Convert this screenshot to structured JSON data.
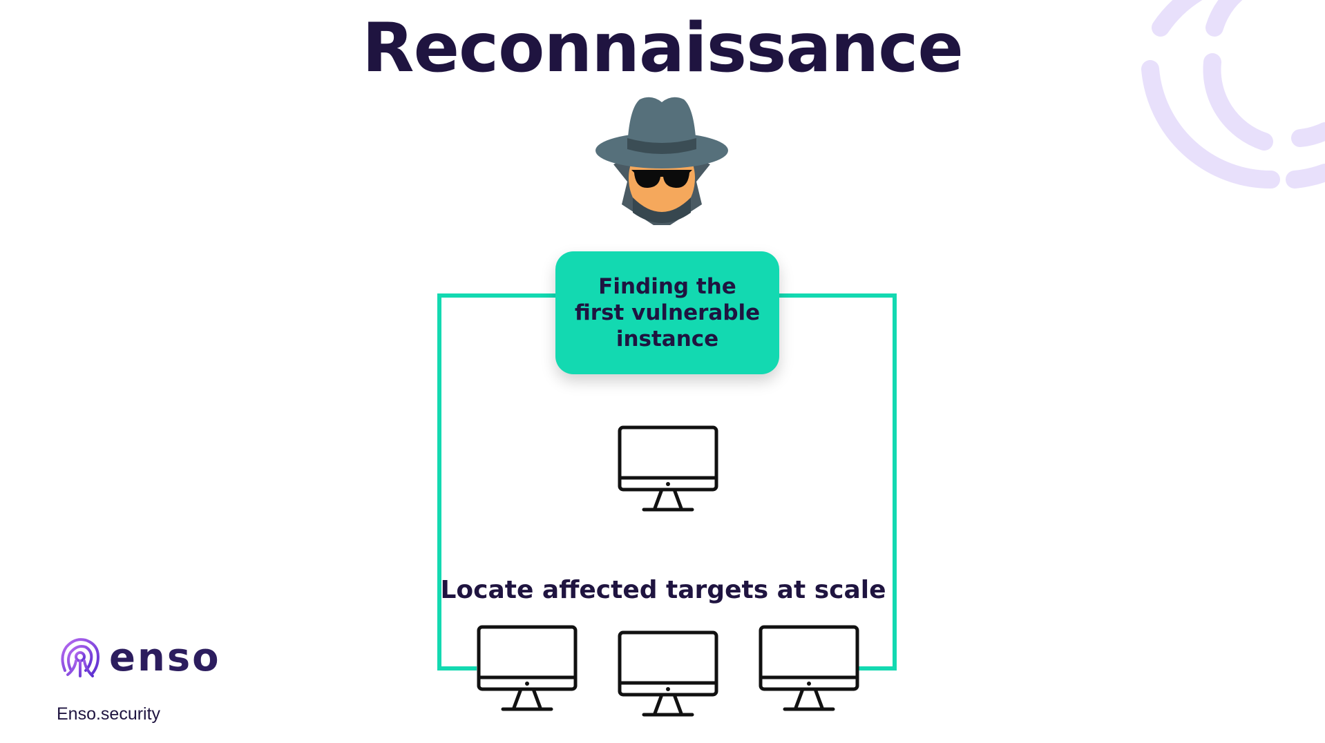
{
  "slide": {
    "title": "Reconnaissance",
    "box_text": "Finding the first vulnerable instance",
    "caption": "Locate affected targets at scale",
    "brand": "enso",
    "website": "Enso.security"
  },
  "icons": {
    "attacker": "spy-icon",
    "computer": "desktop-computer-icon",
    "logo": "enso-logo-icon",
    "decoration": "arc-decoration"
  },
  "colors": {
    "title": "#1f1440",
    "accent_teal": "#13d9b1",
    "logo_purple": "#6b3fd8",
    "arc_lavender": "#e8e0fb"
  }
}
